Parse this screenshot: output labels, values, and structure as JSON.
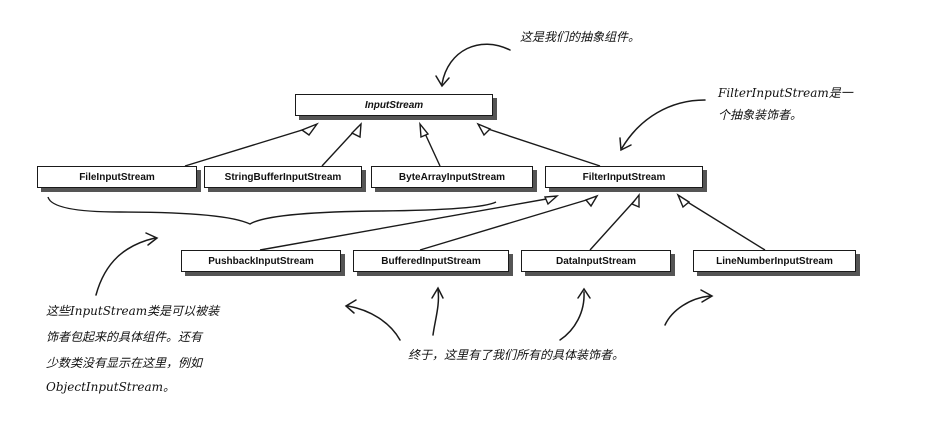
{
  "classes": {
    "input_stream": "InputStream",
    "file_input_stream": "FileInputStream",
    "string_buffer_input_stream": "StringBufferInputStream",
    "byte_array_input_stream": "ByteArrayInputStream",
    "filter_input_stream": "FilterInputStream",
    "pushback_input_stream": "PushbackInputStream",
    "buffered_input_stream": "BufferedInputStream",
    "data_input_stream": "DataInputStream",
    "line_number_input_stream": "LineNumberInputStream"
  },
  "annotations": {
    "abstract_component": "这是我们的抽象组件。",
    "abstract_decorator_line1": "FilterInputStream是一",
    "abstract_decorator_line2": "个抽象装饰者。",
    "concrete_components_line1": "这些InputStream类是可以被装",
    "concrete_components_line2": "饰者包起来的具体组件。还有",
    "concrete_components_line3": "少数类没有显示在这里，例如",
    "concrete_components_line4": "ObjectInputStream。",
    "concrete_decorators": "终于，这里有了我们所有的具体装饰者。"
  }
}
